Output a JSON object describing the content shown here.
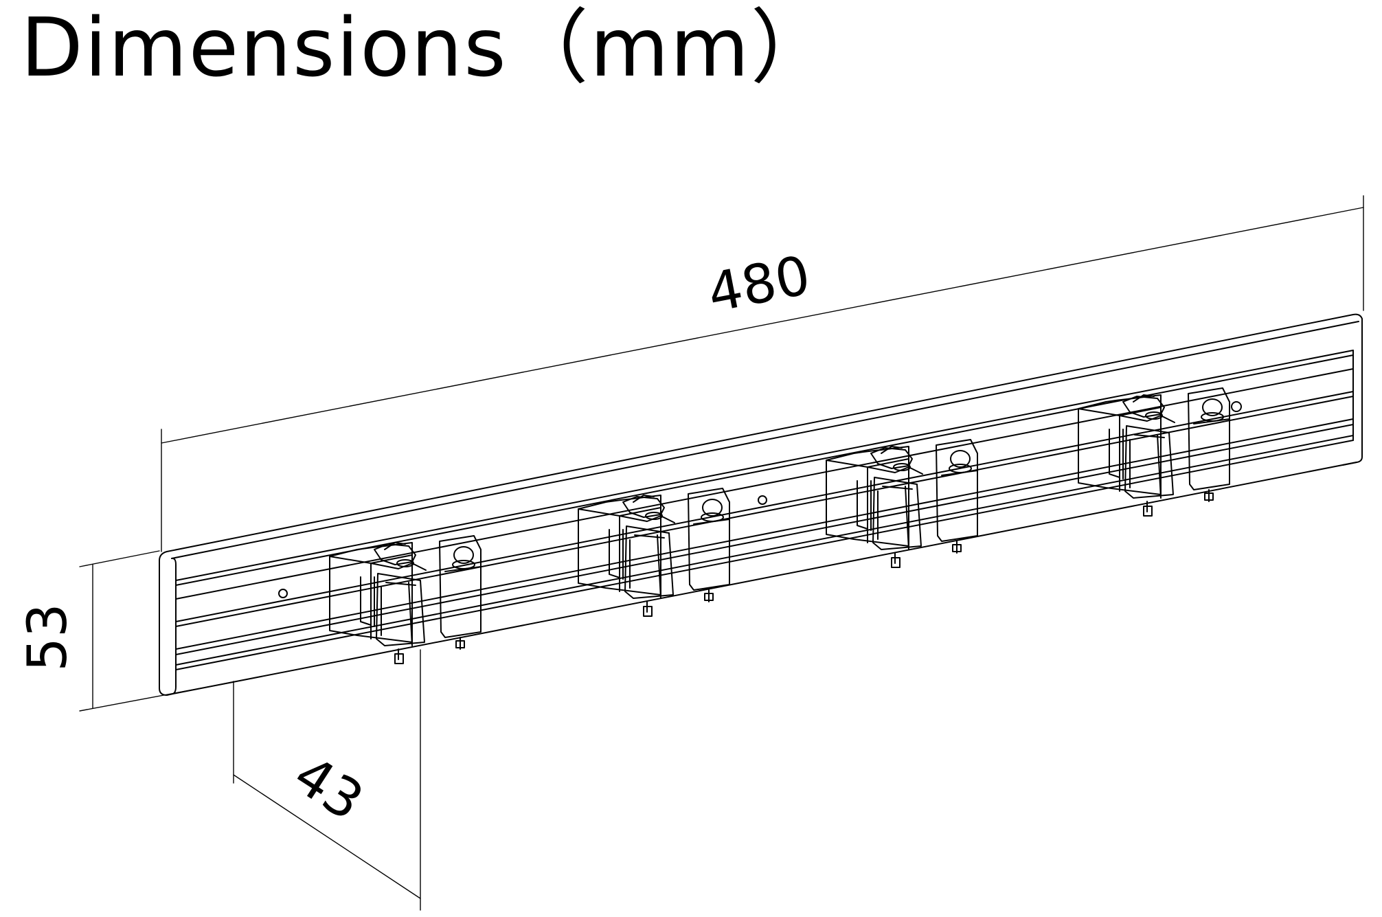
{
  "title": "Dimensions（mm）",
  "dimensions": {
    "length": "480",
    "height": "53",
    "depth": "43"
  },
  "product": {
    "clamp_count": 4
  },
  "colors": {
    "line": "#000000",
    "background": "#ffffff"
  }
}
